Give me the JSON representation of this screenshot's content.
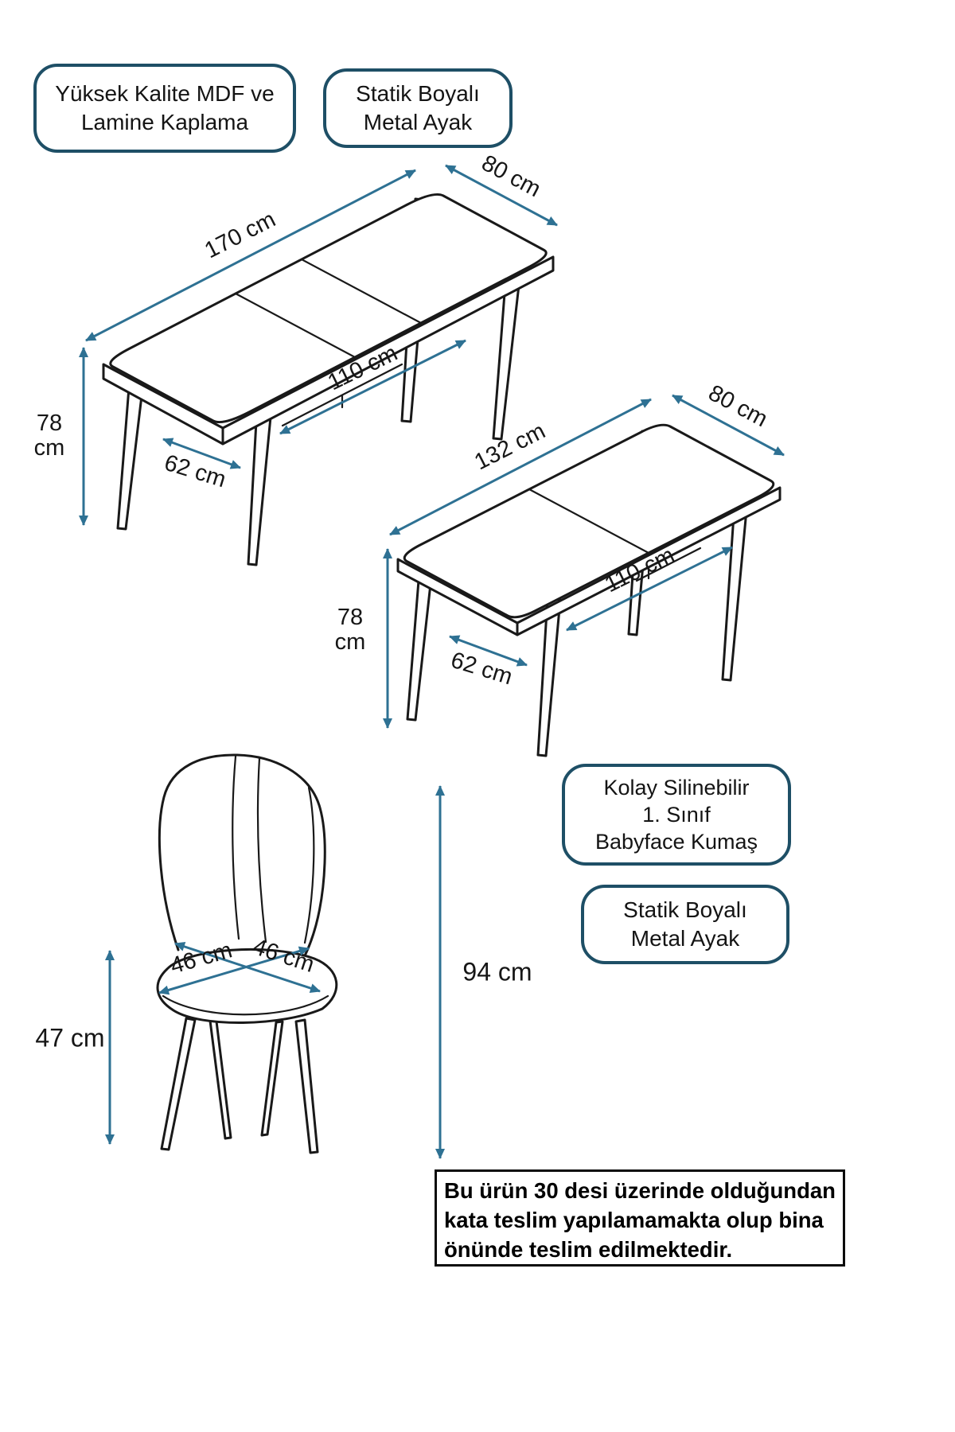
{
  "badges": {
    "quality": {
      "line1": "Yüksek Kalite MDF ve",
      "line2": "Lamine Kaplama"
    },
    "metal_top": {
      "line1": "Statik Boyalı",
      "line2": "Metal Ayak"
    },
    "fabric": {
      "line1": "Kolay Silinebilir",
      "line2": "1. Sınıf",
      "line3": "Babyface Kumaş"
    },
    "metal_bottom": {
      "line1": "Statik Boyalı",
      "line2": "Metal Ayak"
    }
  },
  "table_open": {
    "length": "170 cm",
    "width": "80 cm",
    "height": "78 cm",
    "leg_depth": "62 cm",
    "leg_span": "110 cm"
  },
  "table_closed": {
    "length": "132 cm",
    "width": "80 cm",
    "height": "78 cm",
    "leg_depth": "62 cm",
    "leg_span": "110 cm"
  },
  "chair": {
    "seat_depth": "46 cm",
    "seat_width": "46 cm",
    "seat_height": "47 cm",
    "total_height": "94 cm"
  },
  "note": {
    "line1": "Bu ürün 30 desi üzerinde olduğundan",
    "line2": "kata teslim yapılamamakta olup bina",
    "line3": "önünde teslim edilmektedir."
  },
  "colors": {
    "dimension_blue": "#2e7193",
    "badge_border": "#1e4f66",
    "ink": "#191919"
  }
}
